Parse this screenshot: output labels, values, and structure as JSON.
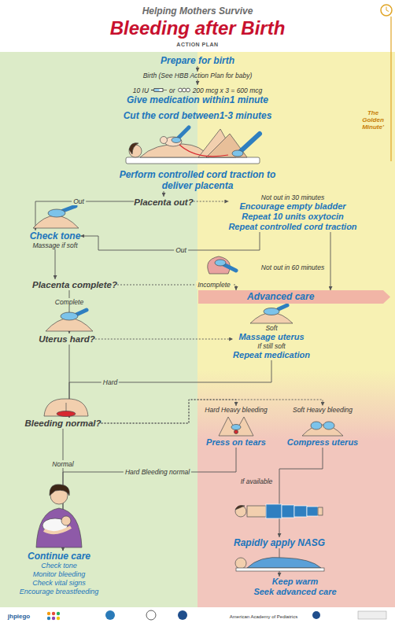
{
  "diagram": {
    "title": "Bleeding after Birth",
    "nodes": [
      {
        "text": [
          "Prepare for birth"
        ]
      },
      {
        "text": [
          "Birth (See HBB Action Plan for baby)"
        ]
      },
      {
        "text": [
          "10 IU",
          "or",
          "200 mcg x 3 = 600 mcg",
          "Give medication within1 minute"
        ]
      },
      {
        "text": [
          "Cut the cord between1-3 minutes"
        ]
      },
      {
        "text": [
          "Perform controlled cord traction to deliver placenta"
        ]
      },
      {
        "text": [
          "Placenta out?"
        ]
      },
      {
        "text": [
          "Not out in 30 minutes",
          "Encourage empty bladder",
          "Repeat 10 units oxytocin",
          "Repeat controlled cord traction"
        ]
      },
      {
        "text": [
          "Check tone",
          "Massage if soft"
        ]
      },
      {
        "text": [
          "Placenta complete?"
        ]
      },
      {
        "text": [
          "Advanced care"
        ]
      },
      {
        "text": [
          "Uterus hard?"
        ]
      },
      {
        "text": [
          "Soft",
          "Massage uterus",
          "If still soft",
          "Repeat medication"
        ]
      },
      {
        "text": [
          "Bleeding normal?"
        ]
      },
      {
        "text": [
          "Hard Heavy bleeding",
          "Press on tears"
        ]
      },
      {
        "text": [
          "Soft Heavy bleeding",
          "Compress uterus"
        ]
      },
      {
        "text": [
          "Continue care",
          "Check tone",
          "Monitor bleeding",
          "Check vital signs",
          "Encourage breastfeeding"
        ]
      },
      {
        "text": [
          "Rapidly apply NASG"
        ]
      },
      {
        "text": [
          "Keep warm",
          "Seek advanced care"
        ]
      }
    ],
    "edges": [
      {
        "from": 0,
        "to": 1,
        "arrow": "to"
      },
      {
        "from": 1,
        "to": 2,
        "arrow": "to"
      },
      {
        "from": 4,
        "to": 5,
        "arrow": "to"
      },
      {
        "from": 5,
        "to": 7,
        "label": "Out",
        "arrow": "to"
      },
      {
        "from": 5,
        "to": 6,
        "arrow": "to"
      },
      {
        "from": 6,
        "to": 7,
        "label": "Out",
        "arrow": "to"
      },
      {
        "from": 6,
        "to": 9,
        "label": "Not out in 60 minutes",
        "arrow": "to"
      },
      {
        "from": 7,
        "to": 8,
        "arrow": "to"
      },
      {
        "from": 8,
        "to": 9,
        "label": "Incomplete",
        "arrow": "to"
      },
      {
        "from": 8,
        "to": 10,
        "label": "Complete",
        "arrow": "to"
      },
      {
        "from": 10,
        "to": 11,
        "arrow": "to"
      },
      {
        "from": 10,
        "to": 12,
        "arrow": "to"
      },
      {
        "from": 11,
        "to": 12,
        "label": "Hard",
        "arrow": "to"
      },
      {
        "from": 12,
        "to": 13,
        "arrow": "to"
      },
      {
        "from": 12,
        "to": 14,
        "arrow": "to"
      },
      {
        "from": 12,
        "to": 15,
        "label": "Normal",
        "arrow": "to"
      },
      {
        "from": 13,
        "to": 15,
        "label": "Hard Bleeding normal",
        "arrow": "to"
      },
      {
        "from": 14,
        "to": 16,
        "label": "If available",
        "arrow": "to"
      },
      {
        "from": 16,
        "to": 17,
        "arrow": "to"
      }
    ],
    "labels": [
      "Helping Mothers Survive",
      "ACTION PLAN",
      "The Golden Minute'",
      "jhpiego",
      "American Academy of Pediatrics"
    ]
  }
}
